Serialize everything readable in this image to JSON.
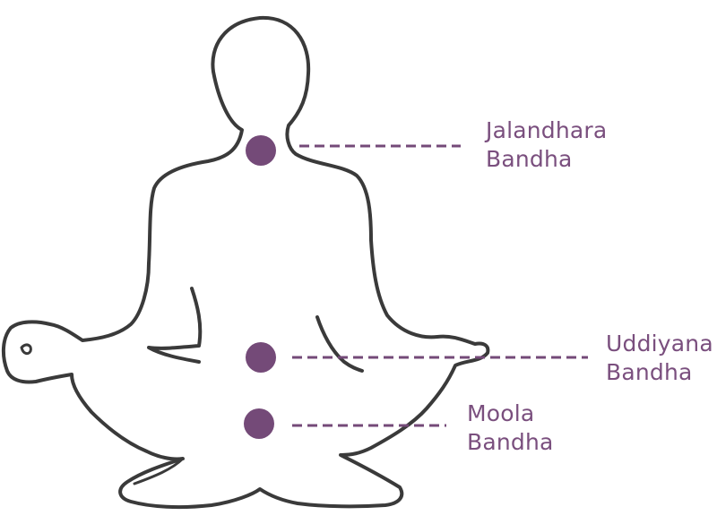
{
  "colors": {
    "outline": "#3a3a3a",
    "accent": "#744a78",
    "label": "#7a4f7e",
    "background": "#ffffff"
  },
  "bandhas": [
    {
      "id": "jalandhara",
      "line1": "Jalandhara",
      "line2": "Bandha"
    },
    {
      "id": "uddiyana",
      "line1": "Uddiyana",
      "line2": "Bandha"
    },
    {
      "id": "moola",
      "line1": "Moola",
      "line2": "Bandha"
    }
  ]
}
